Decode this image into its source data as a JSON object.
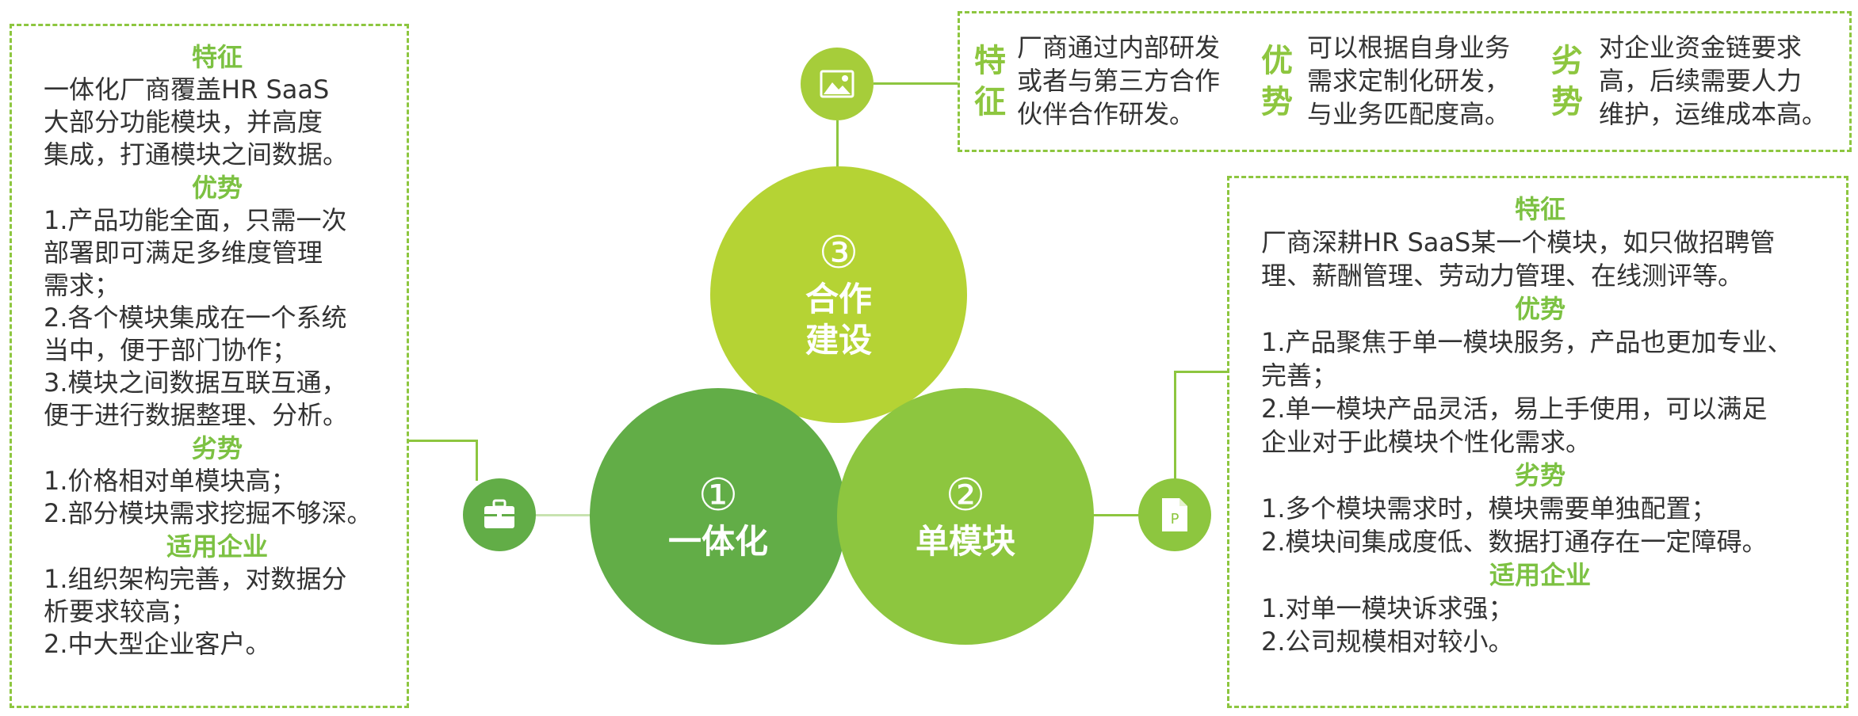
{
  "models": [
    {
      "number": "①",
      "name": "一体化",
      "color": "#62ad47",
      "icon": "briefcase-icon",
      "sections": [
        {
          "heading": "特征",
          "text": "一体化厂商覆盖HR SaaS\n大部分功能模块，并高度\n集成，打通模块之间数据。"
        },
        {
          "heading": "优势",
          "text": "1.产品功能全面，只需一次\n部署即可满足多维度管理\n需求；\n2.各个模块集成在一个系统\n当中，便于部门协作；\n3.模块之间数据互联互通，\n便于进行数据整理、分析。"
        },
        {
          "heading": "劣势",
          "text": "1.价格相对单模块高；\n2.部分模块需求挖掘不够深。"
        },
        {
          "heading": "适用企业",
          "text": "1.组织架构完善，对数据分\n析要求较高；\n2.中大型企业客户。"
        }
      ]
    },
    {
      "number": "②",
      "name": "单模块",
      "color": "#8dc63f",
      "icon": "document-icon",
      "sections": [
        {
          "heading": "特征",
          "text": "厂商深耕HR SaaS某一个模块，如只做招聘管\n理、薪酬管理、劳动力管理、在线测评等。"
        },
        {
          "heading": "优势",
          "text": "1.产品聚焦于单一模块服务，产品也更加专业、\n完善；\n2.单一模块产品灵活，易上手使用，可以满足\n企业对于此模块个性化需求。"
        },
        {
          "heading": "劣势",
          "text": "1.多个模块需求时，模块需要单独配置；\n2.模块间集成度低、数据打通存在一定障碍。"
        },
        {
          "heading": "适用企业",
          "text": "1.对单一模块诉求强；\n2.公司规模相对较小。"
        }
      ]
    },
    {
      "number": "③",
      "name": "合作\n建设",
      "color": "#b5d334",
      "icon": "image-icon",
      "sections": [
        {
          "heading": "特征",
          "text": "厂商通过内部研发\n或者与第三方合作\n伙伴合作研发。"
        },
        {
          "heading": "优势",
          "text": "可以根据自身业务\n需求定制化研发，\n与业务匹配度高。"
        },
        {
          "heading": "劣势",
          "text": "对企业资金链要求\n高，后续需要人力\n维护，运维成本高。"
        }
      ]
    }
  ],
  "colors": {
    "accent": "#8dc63f",
    "heading": "#7cc142",
    "text": "#333333"
  }
}
